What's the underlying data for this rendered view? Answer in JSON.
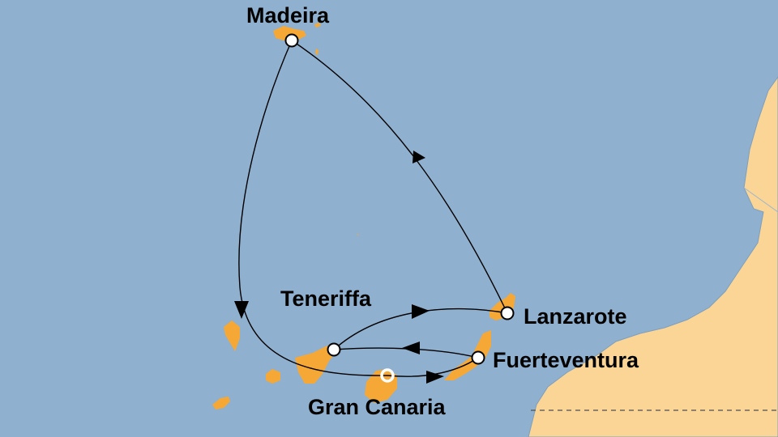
{
  "map": {
    "colors": {
      "sea": "#8fb0cf",
      "land": "#fad596",
      "islands": "#f5a836",
      "route": "#000000",
      "port_marker_fill": "#ffffff",
      "border_line": "#555555"
    },
    "ports": [
      {
        "id": "madeira",
        "name": "Madeira"
      },
      {
        "id": "teneriffa",
        "name": "Teneriffa"
      },
      {
        "id": "lanzarote",
        "name": "Lanzarote"
      },
      {
        "id": "fuerteventura",
        "name": "Fuerteventura"
      },
      {
        "id": "gran-canaria",
        "name": "Gran Canaria",
        "is_start": true
      }
    ],
    "route_order": [
      "Gran Canaria",
      "Fuerteventura",
      "Teneriffa",
      "Lanzarote",
      "Madeira",
      "Gran Canaria"
    ]
  }
}
